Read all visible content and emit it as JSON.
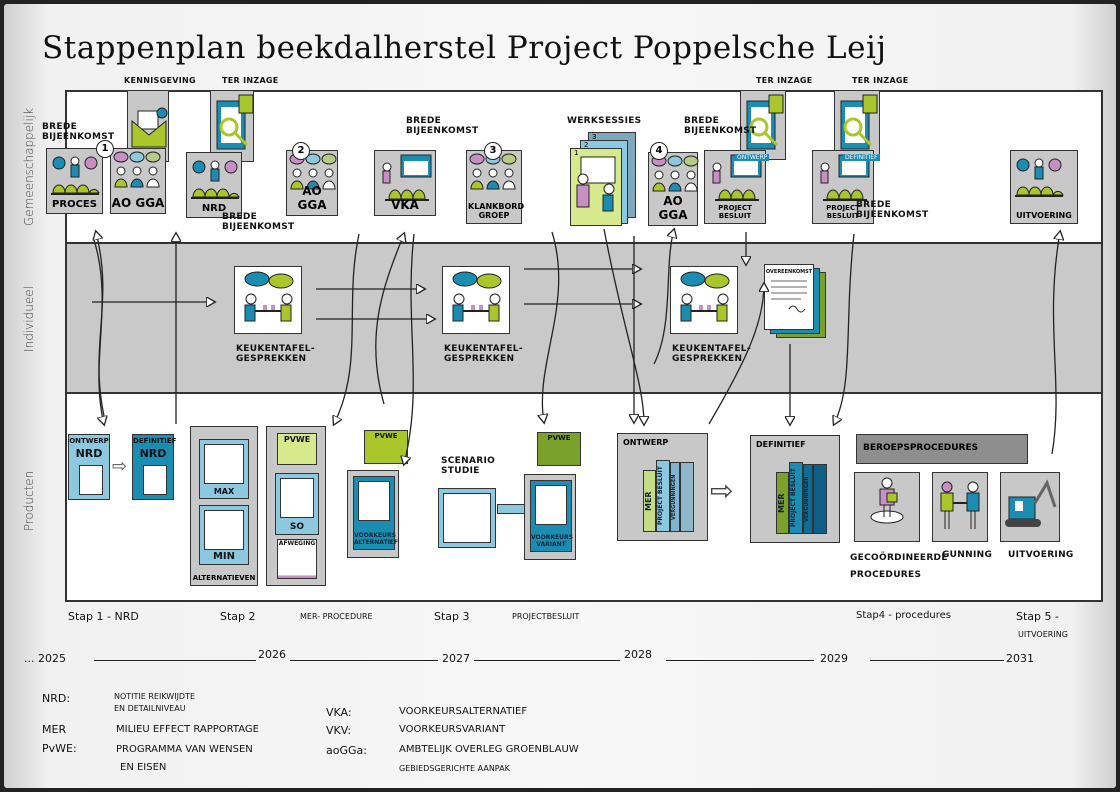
{
  "title": "Stappenplan beekdalherstel Project Poppelsche Leij",
  "colors": {
    "green": "#a9c62a",
    "blue": "#1b8db3",
    "light_blue": "#8cc9e0",
    "pink": "#c890c2",
    "grey": "#c8c8c8",
    "dark_blue": "#0e6d95",
    "dark_green": "#7aa12a"
  },
  "lanes": [
    "Gemeenschappelijk",
    "Individueel",
    "Producten"
  ],
  "top": {
    "brede1": "Brede Bijeenkomst",
    "proces": "Proces",
    "kennisgeving": "Kennisgeving",
    "aogga1": "AO GGA",
    "step1": "1",
    "terinzage1": "Ter inzage",
    "nrd_doc": "NRD",
    "nrd": "NRD",
    "brede2": "Brede Bijeenkomst",
    "step2": "2",
    "aogga2": "AO GGA",
    "brede3": "Brede Bijeenkomst",
    "vka": "VKA",
    "step3": "3",
    "klankbord": "Klankbord groep",
    "werksessies": "Werksessies",
    "pages": [
      "1",
      "2",
      "3"
    ],
    "step4": "4",
    "aogga3": "ao GGa",
    "brede4": "Brede Bijeenkomst",
    "pb1": "Project besluit",
    "pb1_screen": "Ontwerp",
    "terinzage2": "Ter inzage",
    "pb2": "Project besluit",
    "pb2_screen": "Definitief",
    "terinzage3": "Ter inzage",
    "brede5": "Brede Bijeenkomst",
    "uitvoering": "uitvoering"
  },
  "middle": {
    "keuken": [
      "Keukentafel-gesprekken",
      "Keukentafel-gesprekken",
      "Keukentafel-gesprekken"
    ],
    "overeenkomst": "Overeenkomst"
  },
  "bottom": {
    "ontwerp_nrd": {
      "top": "Ontwerp",
      "main": "NRD"
    },
    "definitief_nrd": {
      "top": "Definitief",
      "main": "NRD"
    },
    "max": "Max",
    "min": "Min",
    "alternatieven": "alternatieven",
    "pvwe": "PvWE",
    "so": "SO",
    "afweging": "afweging",
    "voorkeursalternatief": "Voorkeurs alternatief",
    "scenario": "Scenario studie",
    "voorkeursvariant": "Voorkeurs variant",
    "ontwerp": "Ontwerp",
    "definitief": "Definitief",
    "books": [
      "MER",
      "Project besluit",
      "Vergunningen"
    ],
    "beroeps": "Beroepsprocedures",
    "gecoord": "Gecoördineerde procedures",
    "gunning": "Gunning",
    "uitvoering": "Uitvoering"
  },
  "steps": [
    {
      "label": "Stap 1 - NRD"
    },
    {
      "label": "Stap 2"
    },
    {
      "label": "MER- procedure"
    },
    {
      "label": "Stap 3"
    },
    {
      "label": "projectbesluit"
    },
    {
      "label": "Stap4 - procedures"
    },
    {
      "label": "Stap 5 -"
    },
    {
      "label": "uitvoering"
    }
  ],
  "years": [
    "... 2025",
    "2026",
    "2027",
    "2028",
    "2029",
    "2031"
  ],
  "legend": [
    {
      "key": "NRD:",
      "value": "Notitie reikwijdte",
      "value2": "en detailniveau"
    },
    {
      "key": "MER",
      "value": "Milieu Effect Rapportage"
    },
    {
      "key": "PvWE:",
      "value": "Programma van wensen",
      "value2": "en eisen"
    },
    {
      "key": "VKA:",
      "value": "Voorkeursalternatief"
    },
    {
      "key": "VKV:",
      "value": "Voorkeursvariant"
    },
    {
      "key": "aoGGa:",
      "value": "ambtelijk overleg Groenblauw",
      "value2": "Gebiedsgerichte aanpak"
    }
  ]
}
